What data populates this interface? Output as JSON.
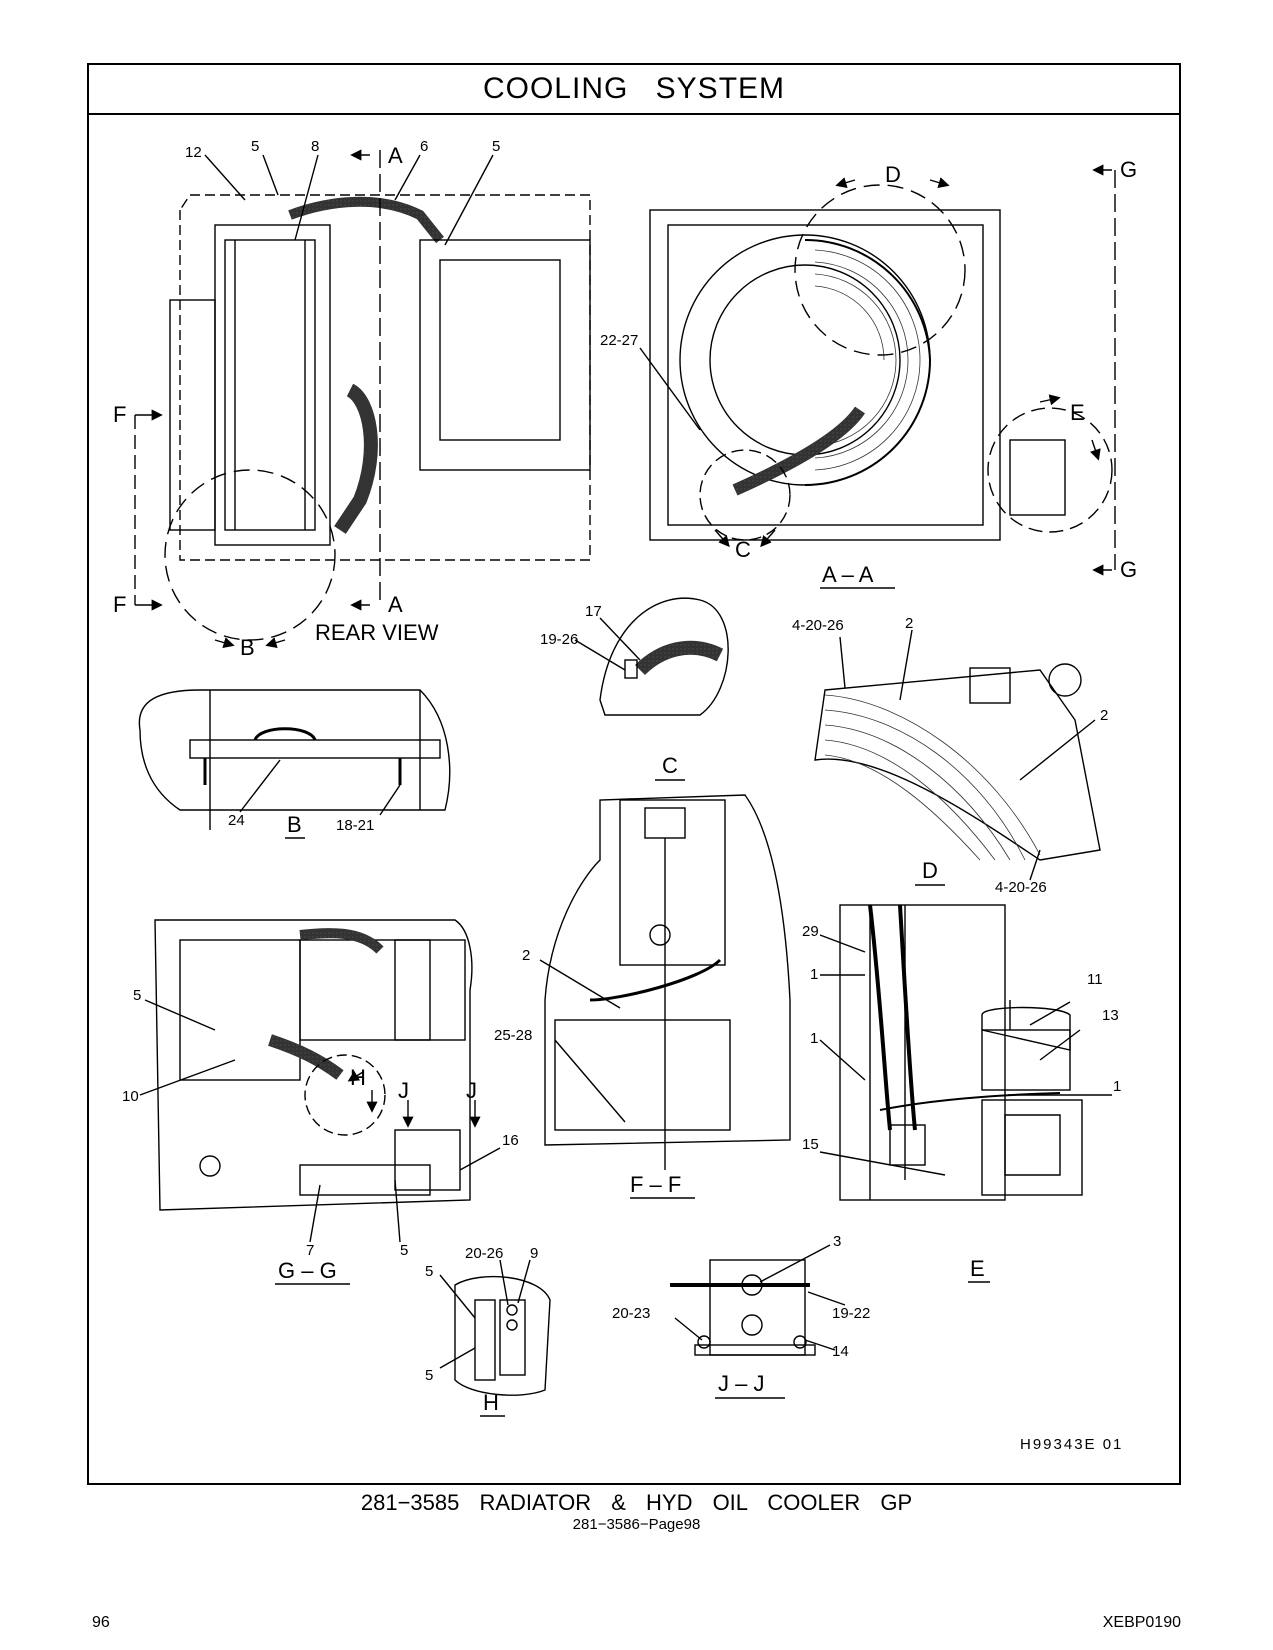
{
  "header": {
    "title": "COOLING SYSTEM"
  },
  "views": {
    "rear": {
      "name": "REAR VIEW",
      "callouts": [
        "12",
        "5",
        "8",
        "6",
        "5"
      ],
      "section_markers": [
        "A",
        "A",
        "F",
        "F",
        "B"
      ]
    },
    "aa": {
      "name": "A – A",
      "callouts": [
        "22-27"
      ],
      "section_markers": [
        "D",
        "E",
        "C",
        "G",
        "G"
      ]
    },
    "c": {
      "name": "C",
      "callouts": [
        "17",
        "19-26"
      ]
    },
    "d": {
      "name": "D",
      "callouts": [
        "4-20-26",
        "2",
        "2",
        "4-20-26"
      ]
    },
    "b": {
      "name": "B",
      "callouts": [
        "24",
        "18-21"
      ]
    },
    "ff": {
      "name": "F – F",
      "callouts": [
        "2",
        "25-28"
      ]
    },
    "e": {
      "name": "E",
      "callouts": [
        "29",
        "1",
        "1",
        "11",
        "13",
        "1",
        "15"
      ]
    },
    "gg": {
      "name": "G – G",
      "callouts": [
        "5",
        "10",
        "16",
        "7",
        "5"
      ],
      "section_markers": [
        "H",
        "J",
        "J"
      ]
    },
    "h": {
      "name": "H",
      "callouts": [
        "20-26",
        "9",
        "5",
        "5"
      ]
    },
    "jj": {
      "name": "J – J",
      "callouts": [
        "3",
        "20-23",
        "19-22",
        "14"
      ]
    }
  },
  "illustration_id": "H99343E 01",
  "footer": {
    "group_title": "281−3585 RADIATOR & HYD OIL COOLER GP",
    "reference": "281−3586−Page98",
    "page_number": "96",
    "doc_id": "XEBP0190"
  }
}
